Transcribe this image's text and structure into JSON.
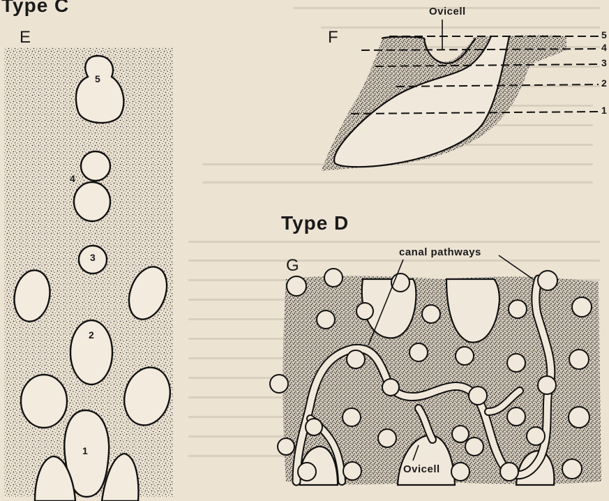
{
  "headings": {
    "type_c": "Type C",
    "type_d": "Type D"
  },
  "panels": {
    "e": "E",
    "f": "F",
    "g": "G"
  },
  "panel_e": {
    "zooid_numbers": [
      "5",
      "4",
      "3",
      "2",
      "1"
    ]
  },
  "panel_f": {
    "ovicell_label": "Ovicell",
    "level_numbers": [
      "5",
      "4",
      "3",
      "2",
      "1"
    ]
  },
  "panel_g": {
    "canal_label": "canal pathways",
    "ovicell_label": "Ovicell"
  },
  "colors": {
    "paper": "#ece3d3",
    "ink": "#1a1a1a",
    "stipple": "#2a2a2a"
  }
}
